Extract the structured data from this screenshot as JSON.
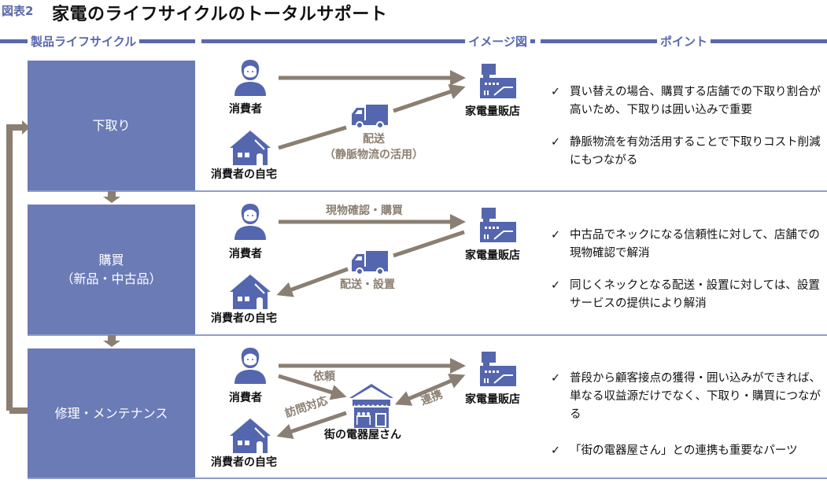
{
  "figure": {
    "label": "図表2",
    "title": "家電のライフサイクルのトータルサポート"
  },
  "columns": {
    "lifecycle": "製品ライフサイクル",
    "image": "イメージ図",
    "points": "ポイント"
  },
  "colors": {
    "accent": "#5a68ac",
    "stage_fill": "#6b7bb6",
    "arrow": "#8a7f72",
    "icon": "#5466ad"
  },
  "stages": [
    {
      "label": "下取り",
      "nodes": {
        "consumer": "消費者",
        "store": "家電量販店",
        "home": "消費者の自宅"
      },
      "flows": {
        "delivery": "配送",
        "delivery_sub": "（静脈物流の活用）"
      },
      "points": [
        "買い替えの場合、購買する店舗での下取り割合が高いため、下取りは囲い込みで重要",
        "静脈物流を有効活用することで下取りコスト削減にもつながる"
      ]
    },
    {
      "label": "購買",
      "label_sub": "（新品・中古品）",
      "nodes": {
        "consumer": "消費者",
        "store": "家電量販店",
        "home": "消費者の自宅"
      },
      "flows": {
        "purchase": "現物確認・購買",
        "delivery": "配送・設置"
      },
      "points": [
        "中古品でネックになる信頼性に対して、店舗での現物確認で解消",
        "同じくネックとなる配送・設置に対しては、設置サービスの提供により解消"
      ]
    },
    {
      "label": "修理・メンテナンス",
      "nodes": {
        "consumer": "消費者",
        "store": "家電量販店",
        "home": "消費者の自宅",
        "local_shop": "街の電器屋さん"
      },
      "flows": {
        "request": "依頼",
        "visit": "訪問対応",
        "partner": "連携"
      },
      "points": [
        "普段から顧客接点の獲得・囲い込みができれば、単なる収益源だけでなく、下取り・購買につながる",
        "「街の電器屋さん」との連携も重要なパーツ"
      ]
    }
  ],
  "check_mark": "✓"
}
